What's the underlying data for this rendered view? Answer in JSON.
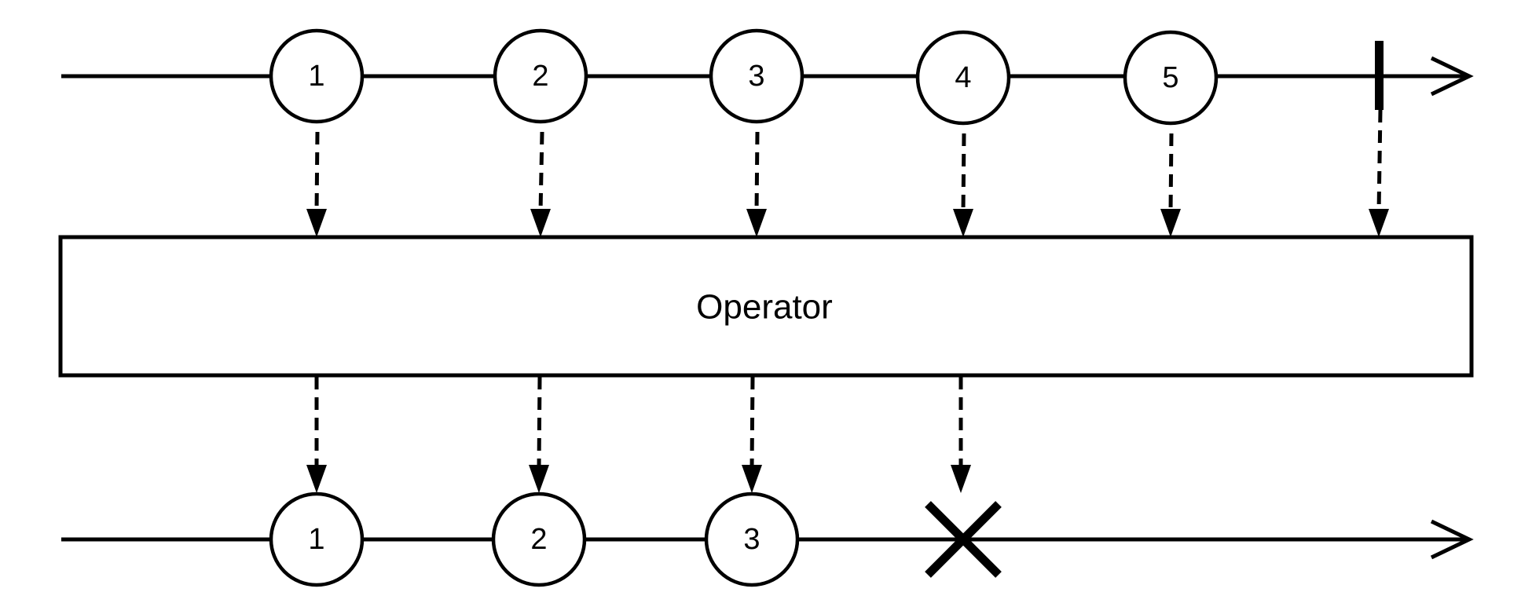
{
  "operator": {
    "label": "Operator"
  },
  "input_stream": {
    "values": [
      "1",
      "2",
      "3",
      "4",
      "5"
    ],
    "terminates_with": "completion"
  },
  "output_stream": {
    "values": [
      "1",
      "2",
      "3"
    ],
    "terminates_with": "error"
  }
}
